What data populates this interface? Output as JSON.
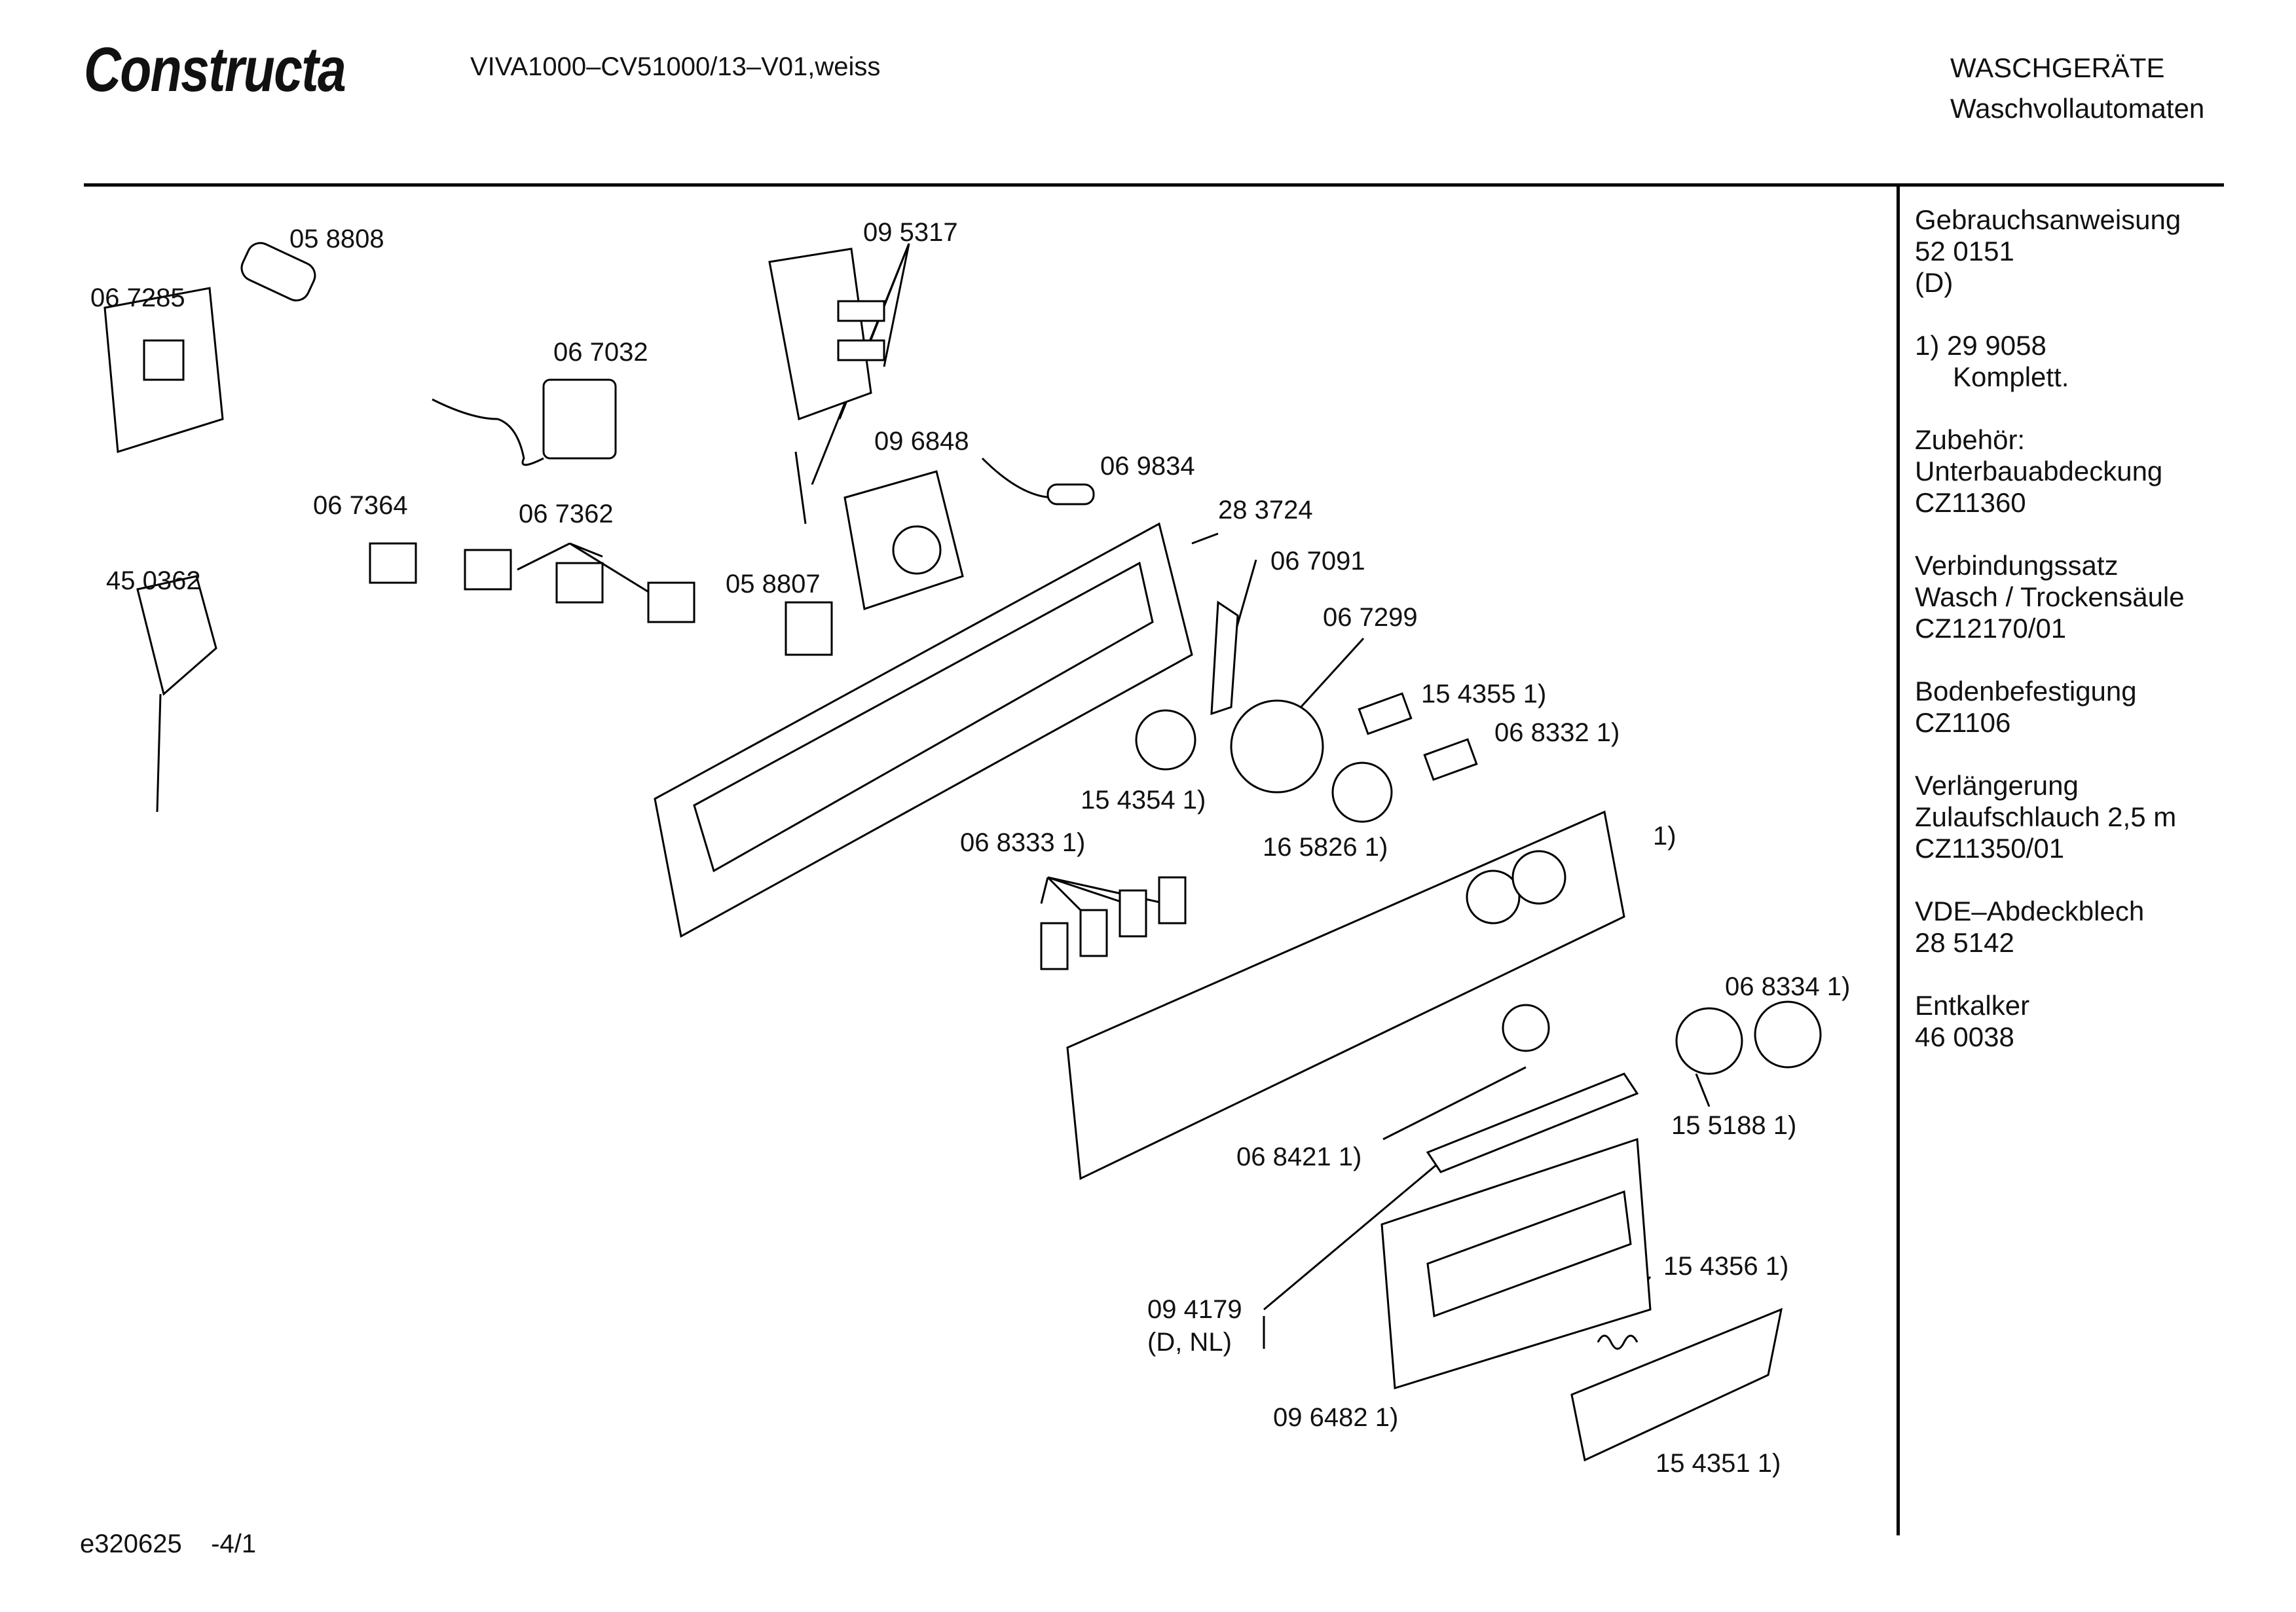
{
  "header": {
    "brand": "Constructa",
    "model": "VIVA1000–CV51000/13–V01,weiss",
    "category": "WASCHGERÄTE",
    "subcategory": "Waschvollautomaten"
  },
  "part_labels": {
    "p1": "05 8808",
    "p2": "06 7285",
    "p3": "06 7032",
    "p4": "09 5317",
    "p5": "09 6848",
    "p6": "06 9834",
    "p7": "06 7364",
    "p8": "06 7362",
    "p9": "45 0362",
    "p10": "05 8807",
    "p11": "28 3724",
    "p12": "06 7091",
    "p13": "06 7299",
    "p14": "15 4355  1)",
    "p15": "06 8332  1)",
    "p16": "15 4354 1)",
    "p17": "16 5826 1)",
    "p18": "06 8333 1)",
    "p19": "1)",
    "p20": "06 8334 1)",
    "p21": "15 5188 1)",
    "p22": "06 8421 1)",
    "p23": "15 4356 1)",
    "p24": "09 4179",
    "p25": "(D, NL)",
    "p26": "09 6482 1)",
    "p27": "15 4351 1)"
  },
  "sidebar": {
    "s1": "Gebrauchsanweisung",
    "s2": "52 0151",
    "s3": "(D)",
    "s4": "1)  29 9058",
    "s5": "Komplett.",
    "s6": "Zubehör:",
    "s7": "Unterbauabdeckung",
    "s8": "CZ11360",
    "s9": "Verbindungssatz",
    "s10": "Wasch / Trockensäule",
    "s11": "CZ12170/01",
    "s12": "Bodenbefestigung",
    "s13": "CZ1106",
    "s14": "Verlängerung",
    "s15": "Zulaufschlauch 2,5 m",
    "s16": "CZ11350/01",
    "s17": "VDE–Abdeckblech",
    "s18": "28 5142",
    "s19": "Entkalker",
    "s20": "46 0038"
  },
  "footer": {
    "doc_id": "e320625",
    "page": "-4/1"
  }
}
